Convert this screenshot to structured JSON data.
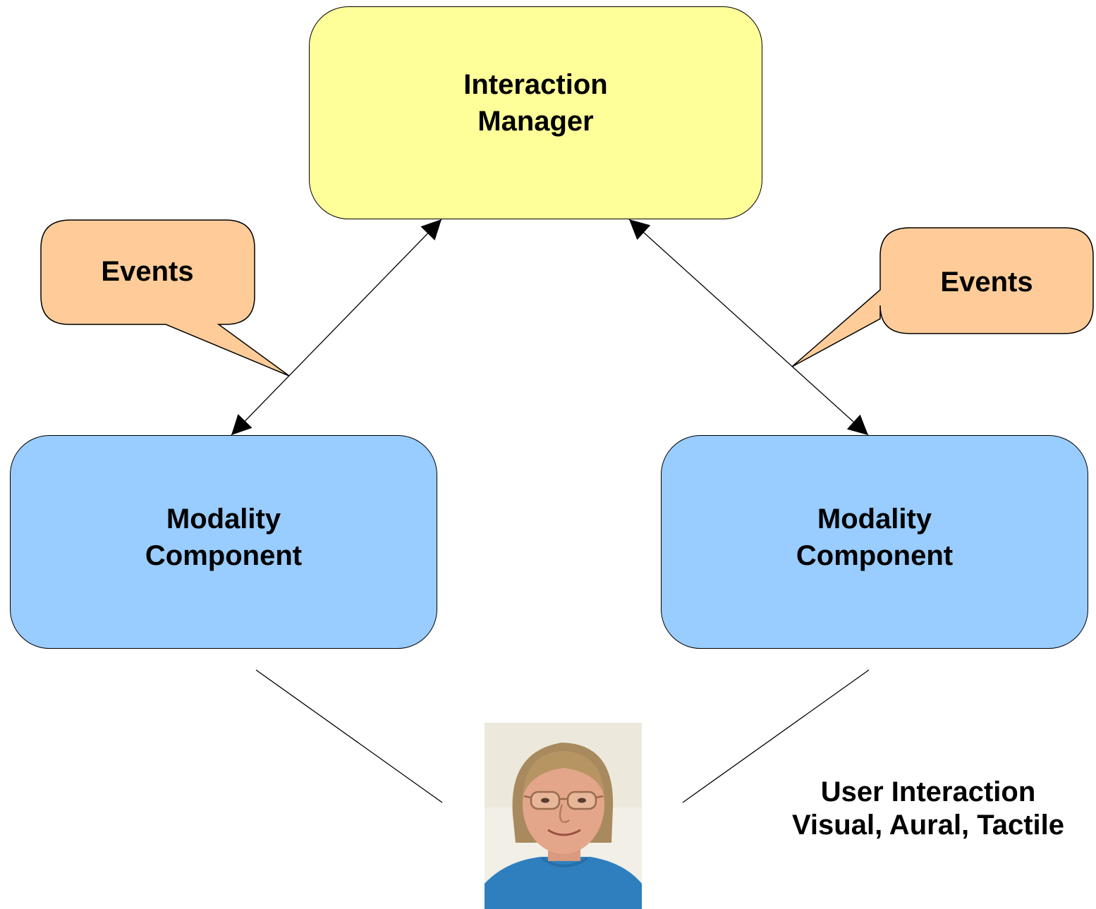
{
  "interaction_manager": {
    "line1": "Interaction",
    "line2": "Manager",
    "fill": "#ffff99"
  },
  "modality_left": {
    "line1": "Modality",
    "line2": "Component",
    "fill": "#99ccff"
  },
  "modality_right": {
    "line1": "Modality",
    "line2": "Component",
    "fill": "#99ccff"
  },
  "events_left": {
    "label": "Events",
    "fill": "#ffcc99"
  },
  "events_right": {
    "label": "Events",
    "fill": "#ffcc99"
  },
  "user": {
    "caption_line1": "User Interaction",
    "caption_line2": "Visual, Aural, Tactile"
  }
}
